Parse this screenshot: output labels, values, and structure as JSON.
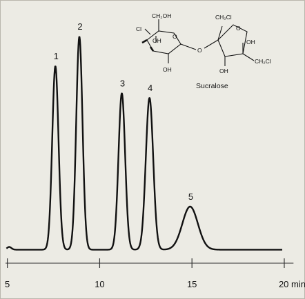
{
  "chart_data": {
    "type": "line",
    "title": "",
    "xlabel": "",
    "ylabel": "",
    "x_unit": "min",
    "xlim": [
      4.9,
      20.6
    ],
    "ylim": [
      0,
      1.0
    ],
    "x_ticks": [
      5,
      10,
      15,
      20
    ],
    "x_tick_labels": [
      "5",
      "10",
      "15",
      "20 min"
    ],
    "grid": false,
    "baseline": 0.02,
    "peaks": [
      {
        "label": "1",
        "rt": 7.6,
        "height": 0.81,
        "width": 0.17
      },
      {
        "label": "2",
        "rt": 8.9,
        "height": 0.94,
        "width": 0.17
      },
      {
        "label": "3",
        "rt": 11.2,
        "height": 0.69,
        "width": 0.18
      },
      {
        "label": "4",
        "rt": 12.7,
        "height": 0.67,
        "width": 0.2
      },
      {
        "label": "5",
        "rt": 14.9,
        "height": 0.19,
        "width": 0.42
      }
    ],
    "inset": {
      "caption": "Sucralose",
      "atom_labels": [
        "CH₂OH",
        "Cl",
        "OH",
        "O",
        "OH",
        "O",
        "CH₂Cl",
        "O",
        "OH",
        "CH₂Cl",
        "OH"
      ]
    }
  }
}
